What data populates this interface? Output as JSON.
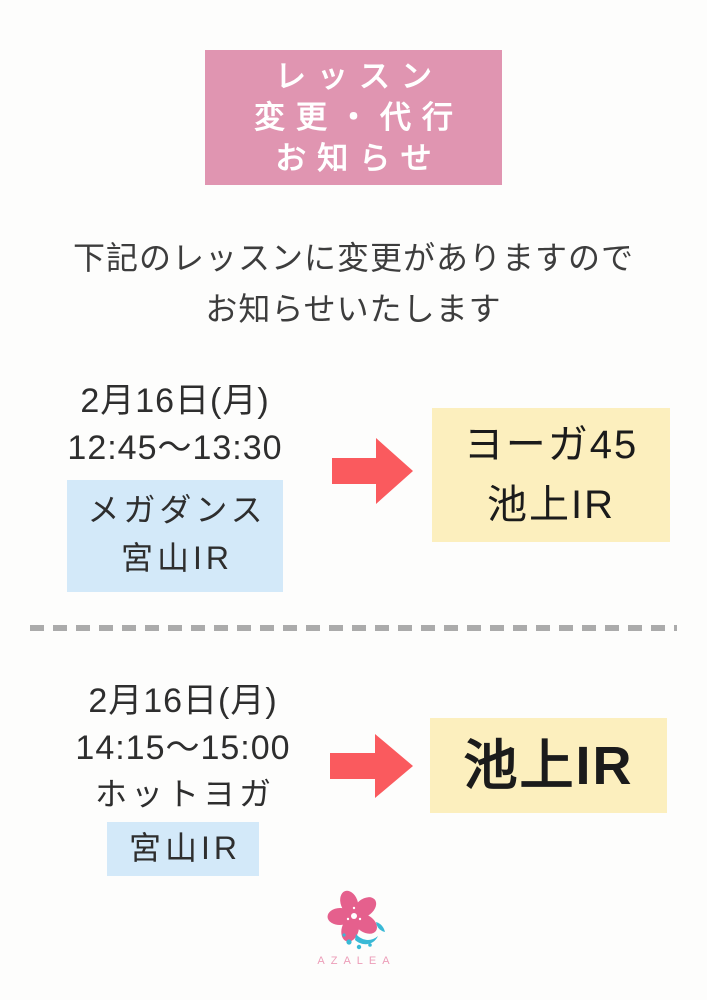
{
  "banner": {
    "lines": [
      "レッスン",
      "変更・代行",
      "お知らせ"
    ]
  },
  "intro": {
    "line1": "下記のレッスンに変更がありますので",
    "line2": "お知らせいたします"
  },
  "changes": [
    {
      "date": "2月16日(月)",
      "time": "12:45〜13:30",
      "original": [
        "メガダンス",
        "宮山IR"
      ],
      "replacement": [
        "ヨーガ45",
        "池上IR"
      ]
    },
    {
      "date": "2月16日(月)",
      "time": "14:15〜15:00",
      "lesson": "ホットヨガ",
      "original": [
        "宮山IR"
      ],
      "replacement": [
        "池上IR"
      ]
    }
  ],
  "footer": {
    "brand": "AZALEA"
  },
  "icons": {
    "arrow": "right-arrow-icon",
    "logo": "azalea-flower-logo"
  },
  "colors": {
    "banner_bg": "#e095b1",
    "banner_text": "#ffffff",
    "body_text": "#3d3d3d",
    "highlight_blue": "#d3e9f9",
    "result_yellow": "#fcefbe",
    "arrow_red": "#fa5a5e",
    "divider_gray": "#ababab",
    "logo_flower_pink": "#e5608d",
    "logo_splash_teal": "#39b9d6",
    "brand_text_pink": "#ec9db8"
  }
}
